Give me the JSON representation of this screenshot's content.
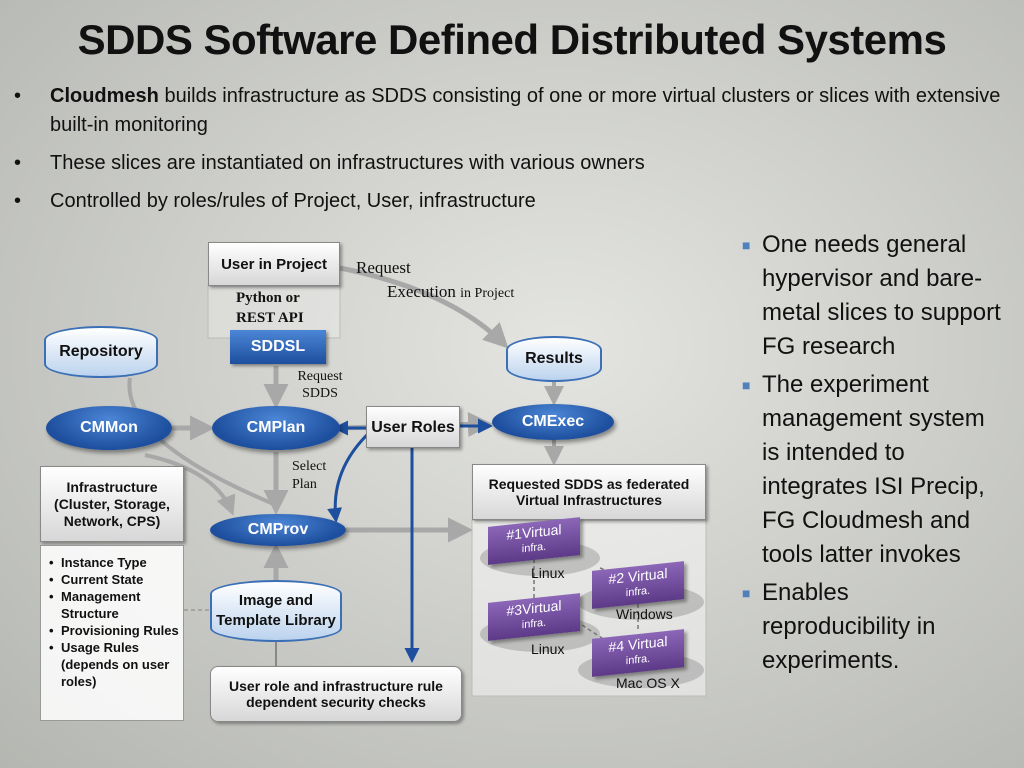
{
  "title": "SDDS Software Defined Distributed Systems",
  "bullets": [
    {
      "bold": "Cloudmesh",
      "text": " builds infrastructure as SDDS consisting of one or more virtual clusters or slices with extensive built-in monitoring"
    },
    {
      "bold": "",
      "text": "These slices are instantiated on infrastructures with various owners"
    },
    {
      "bold": "",
      "text": "Controlled by roles/rules of Project, User, infrastructure"
    }
  ],
  "right_bullets": [
    "One needs general hypervisor and bare-metal slices to support FG research",
    "The experiment management system is intended to integrates ISI Precip,   FG Cloudmesh and tools latter invokes",
    "Enables reproducibility in experiments."
  ],
  "diagram": {
    "user_in_project": "User in Project",
    "python_rest": "Python or REST API",
    "sddsl": "SDDSL",
    "request": "Request",
    "execution": "Execution",
    "in_project": "in Project",
    "repository": "Repository",
    "results": "Results",
    "request_sdds": "Request SDDS",
    "cmmon": "CMMon",
    "cmplan": "CMPlan",
    "user_roles": "User Roles",
    "cmexec": "CMExec",
    "select_plan": "Select Plan",
    "infrastructure": "Infrastructure (Cluster, Storage, Network, CPS)",
    "requested_sdds": "Requested SDDS as federated Virtual Infrastructures",
    "cmprov": "CMProv",
    "subitems": [
      "Instance Type",
      "Current State",
      "Management Structure",
      "Provisioning Rules",
      "Usage Rules (depends on user roles)"
    ],
    "image_library": "Image and Template Library",
    "security": "User role and infrastructure rule dependent security checks",
    "virtual": [
      {
        "label": "#1Virtual",
        "sub": "infra.",
        "os": "Linux"
      },
      {
        "label": "#2 Virtual",
        "sub": "infra.",
        "os": "Windows"
      },
      {
        "label": "#3Virtual",
        "sub": "infra.",
        "os": "Linux"
      },
      {
        "label": "#4 Virtual",
        "sub": "infra.",
        "os": "Mac OS X"
      }
    ]
  },
  "colors": {
    "accent_blue": "#1d4f9e",
    "virtual_purple": "#5d3a88",
    "bullet_square": "#4f81bd"
  }
}
